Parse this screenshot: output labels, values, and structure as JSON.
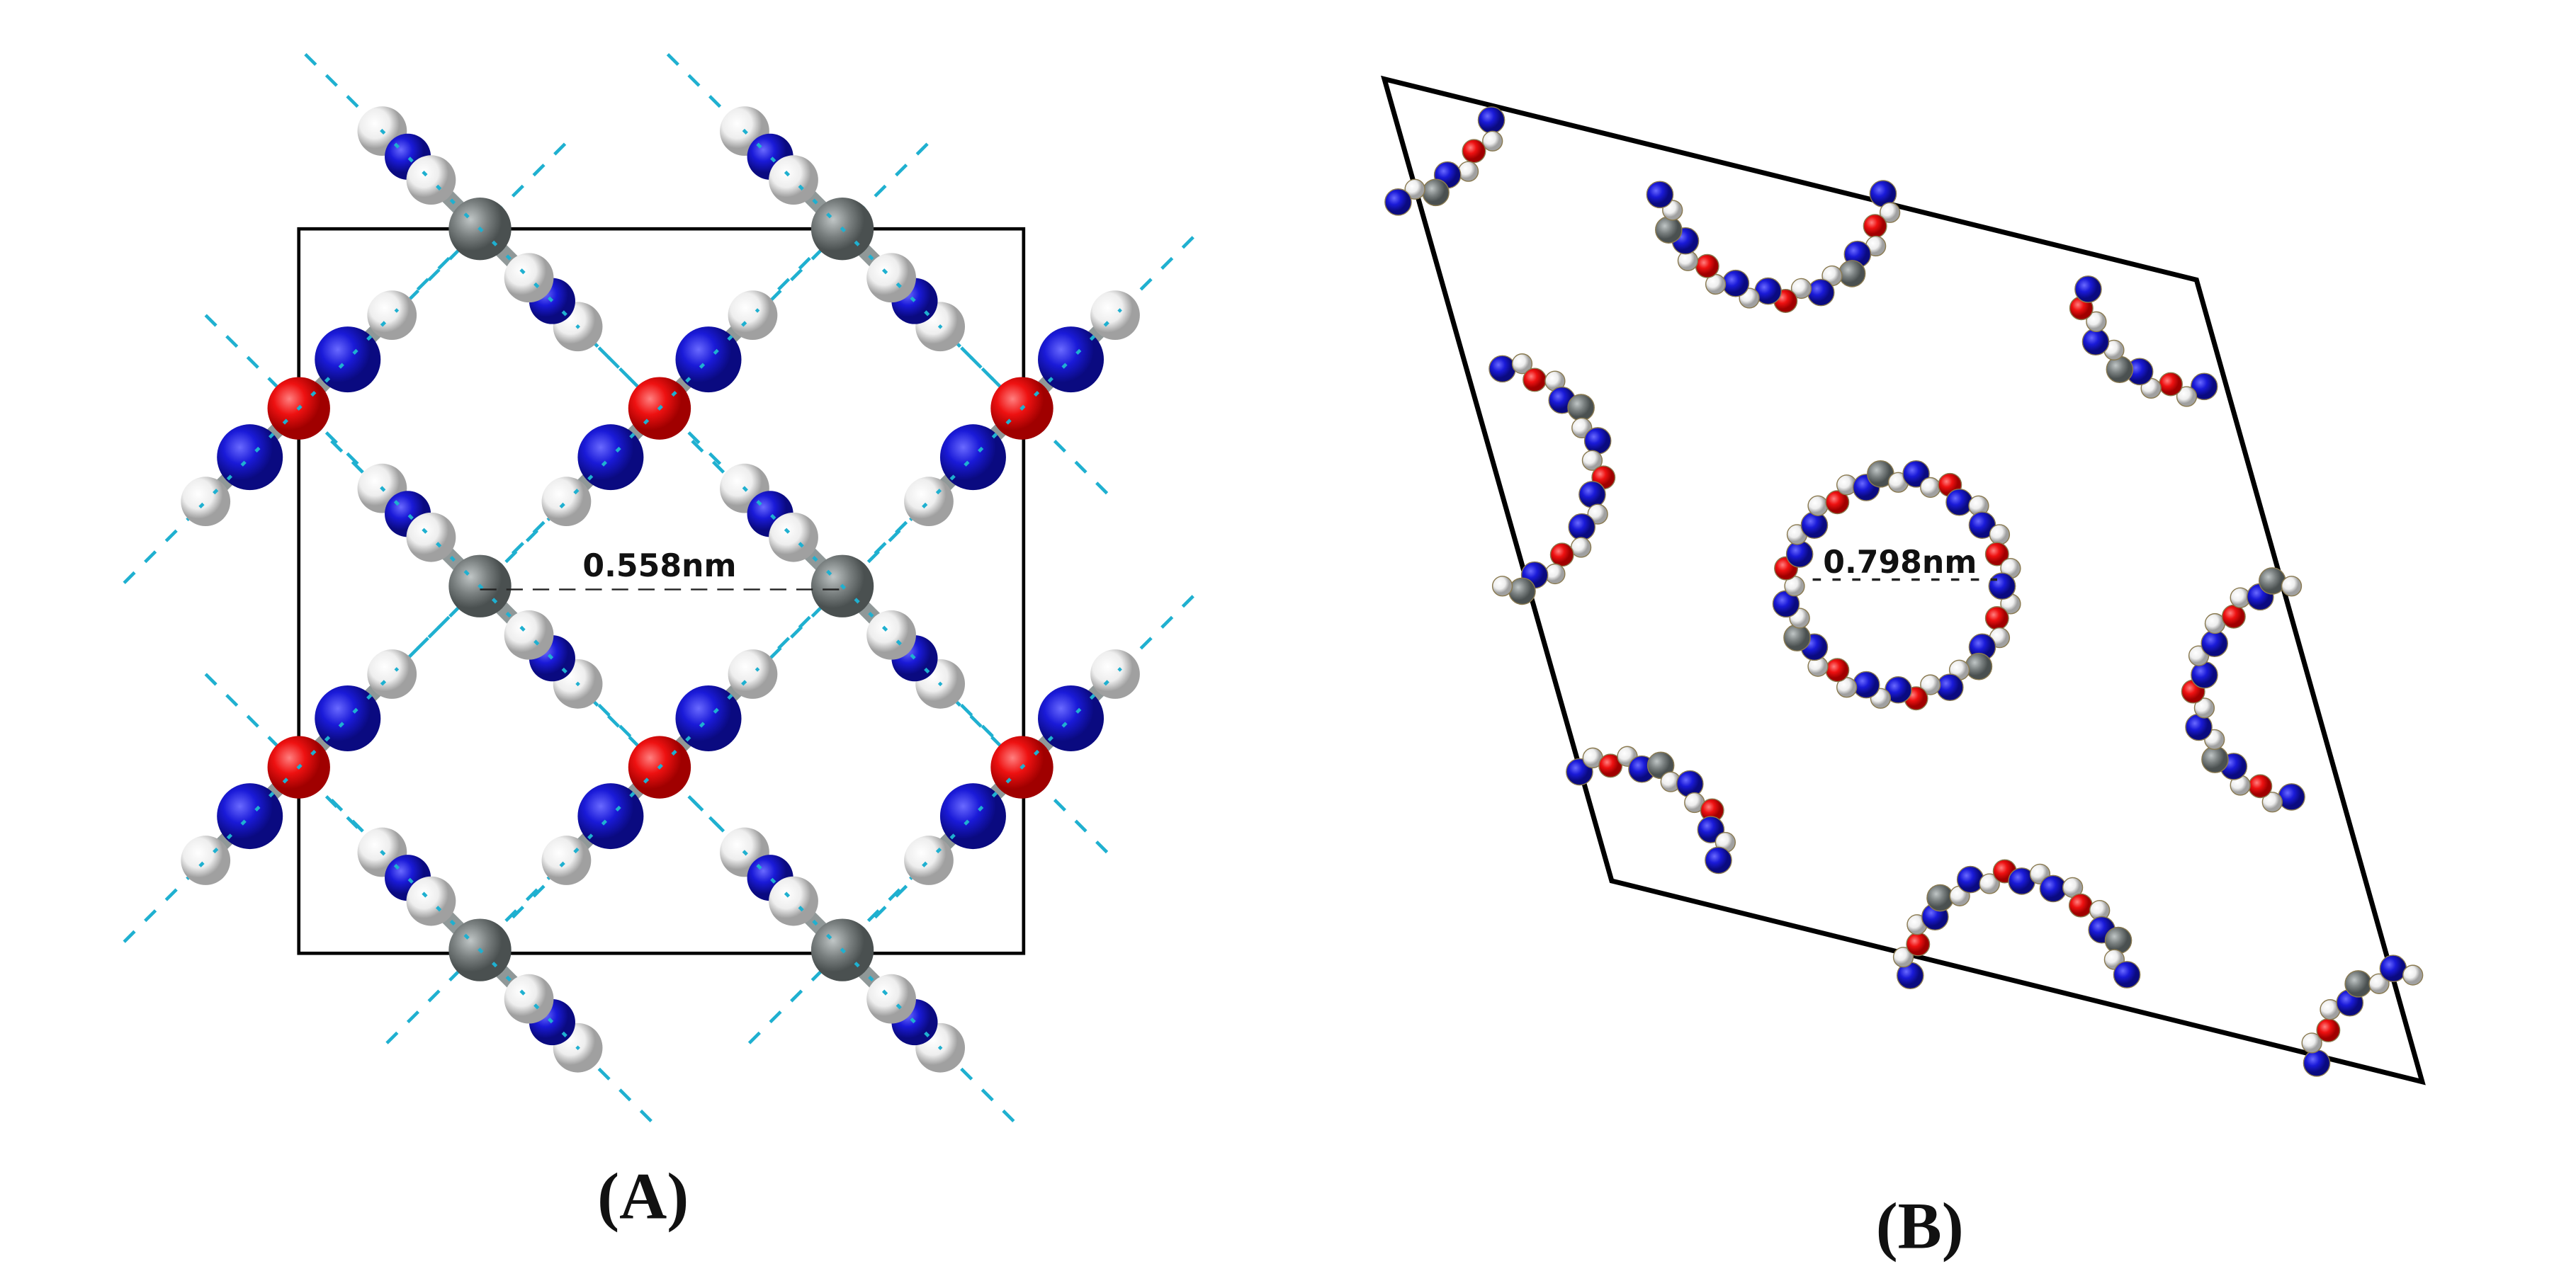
{
  "panel_a": {
    "label": "(A)",
    "distance_label": "0.558nm"
  },
  "panel_b": {
    "label": "(B)",
    "distance_label": "0.798nm"
  },
  "colors": {
    "oxygen": "#ee1111",
    "nitrogen": "#1a1ad8",
    "carbon": "#7a8080",
    "hydrogen": "#f2f2f2",
    "hbond": "#1fb0d0",
    "cell": "#000000"
  }
}
